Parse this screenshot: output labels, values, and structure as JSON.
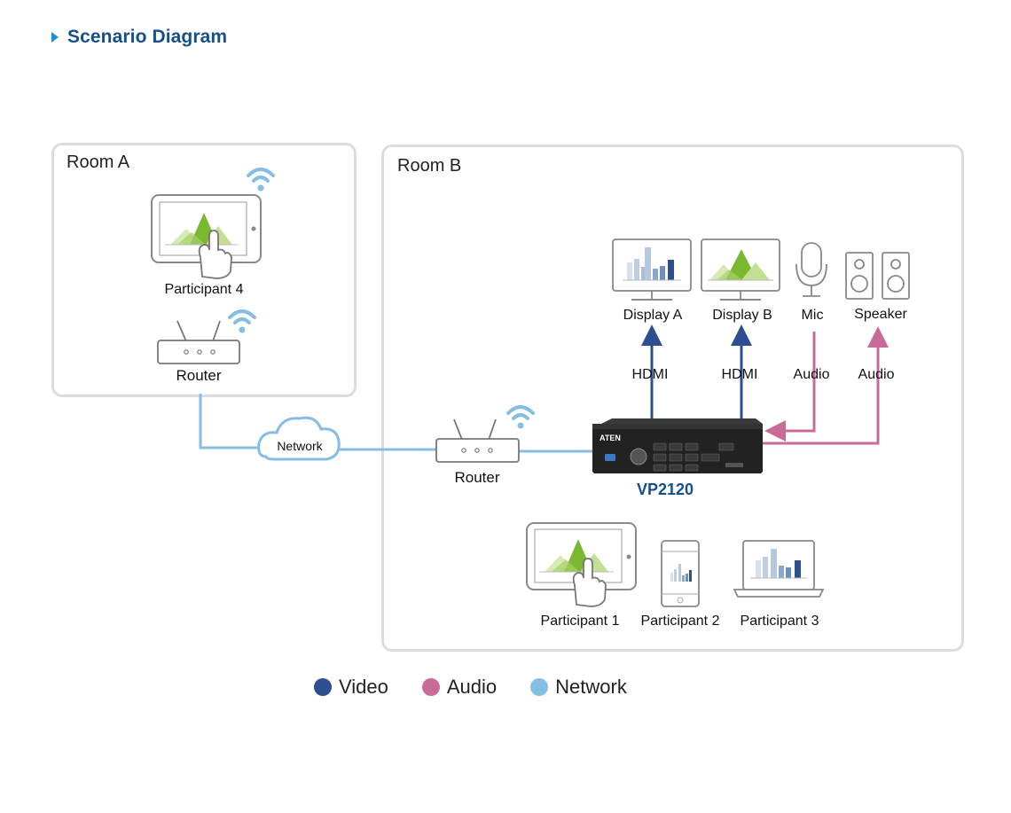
{
  "header": {
    "title": "Scenario Diagram"
  },
  "rooms": {
    "a": "Room A",
    "b": "Room B"
  },
  "devices": {
    "participant_4": "Participant 4",
    "router_a": "Router",
    "router_b": "Router",
    "network_cloud": "Network",
    "display_a": "Display A",
    "display_b": "Display B",
    "mic": "Mic",
    "speaker": "Speaker",
    "product": "VP2120",
    "product_logo": "ATEN",
    "participant_1": "Participant 1",
    "participant_2": "Participant 2",
    "participant_3": "Participant 3"
  },
  "connections": {
    "hdmi_a": "HDMI",
    "hdmi_b": "HDMI",
    "audio_mic": "Audio",
    "audio_speaker": "Audio"
  },
  "legend": [
    {
      "label": "Video",
      "color": "#2e4f8f"
    },
    {
      "label": "Audio",
      "color": "#c86b98"
    },
    {
      "label": "Network",
      "color": "#86bde3"
    }
  ],
  "colors": {
    "video": "#2e4f8f",
    "audio": "#c86b98",
    "network": "#86bde3",
    "title": "#14508c"
  }
}
